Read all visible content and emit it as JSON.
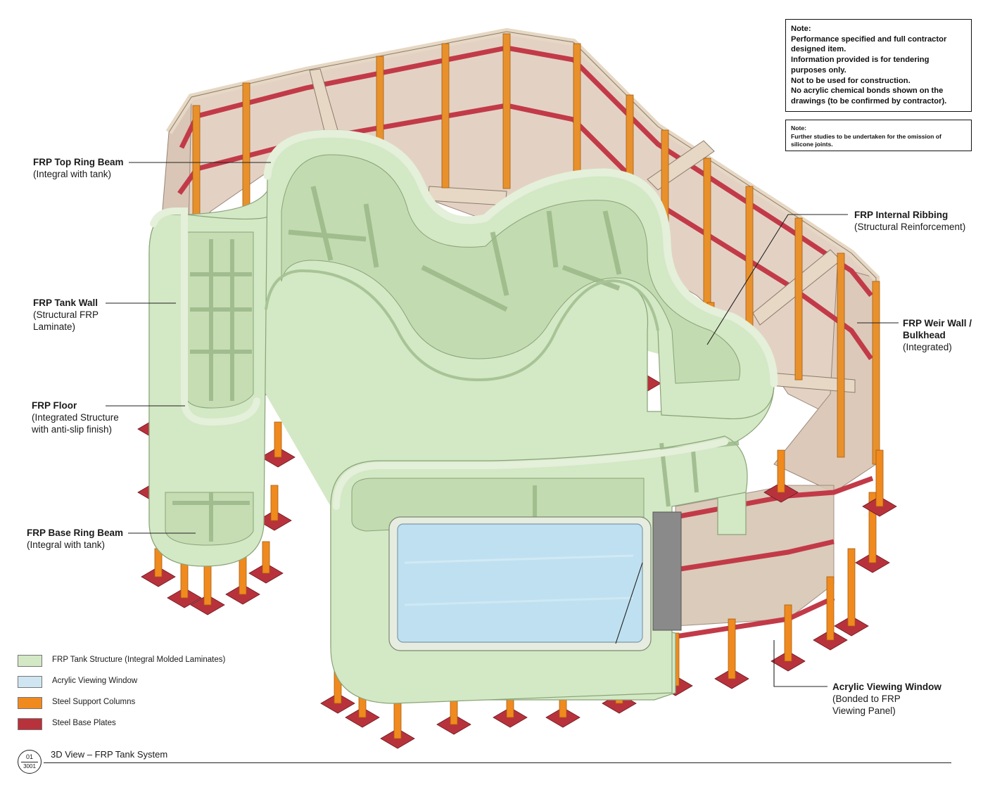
{
  "callouts": {
    "top_ring_beam": {
      "title": "FRP Top Ring Beam",
      "sub": [
        "(Integral with tank)"
      ]
    },
    "tank_wall": {
      "title": "FRP Tank Wall",
      "sub": [
        "(Structural FRP",
        "Laminate)"
      ]
    },
    "floor": {
      "title": "FRP Floor",
      "sub": [
        "(Integrated Structure",
        "with anti-slip finish)"
      ]
    },
    "base_ring_beam": {
      "title": "FRP Base Ring Beam",
      "sub": [
        "(Integral with tank)"
      ]
    },
    "internal_ribbing": {
      "title": "FRP Internal Ribbing",
      "sub": [
        "(Structural Reinforcement)"
      ]
    },
    "weir_wall": {
      "title": "FRP Weir Wall /",
      "title2": "Bulkhead",
      "sub": [
        "(Integrated)"
      ]
    },
    "acrylic_window": {
      "title": "Acrylic Viewing Window",
      "sub": [
        "(Bonded to FRP",
        "Viewing Panel)"
      ]
    }
  },
  "notes": {
    "note1": [
      "Note:",
      "Performance specified and full contractor",
      "designed item.",
      "Information provided is for tendering",
      "purposes only.",
      "Not to be used for construction.",
      "No acrylic chemical bonds shown on the",
      "drawings (to be confirmed by contractor)."
    ],
    "note2": [
      "Note:",
      "Further studies to be undertaken for the omission of",
      "silicone joints."
    ]
  },
  "legend": [
    {
      "label": "FRP Tank Structure (Integral Molded Laminates)",
      "color": "#d3e8c4"
    },
    {
      "label": "Acrylic Viewing Window",
      "color": "#cfe6f2"
    },
    {
      "label": "Steel Support Columns",
      "color": "#f08a1e"
    },
    {
      "label": "Steel Base Plates",
      "color": "#b8323c"
    }
  ],
  "title_block": {
    "number": "01",
    "sheet": "3001",
    "title": "3D View – FRP Tank System"
  },
  "colors": {
    "frp_green": "#d3e8c4",
    "frp_green_shade": "#b9d3a6",
    "acrylic_blue": "#bfe0f0",
    "steel_orange": "#f08a1e",
    "base_plate_red": "#b8323c",
    "frame_beam_red": "#c23a48",
    "enclosure_panel": "#e3d2c4",
    "timber_beam": "#e6d8c4",
    "grey_panel": "#8a8a8a"
  }
}
